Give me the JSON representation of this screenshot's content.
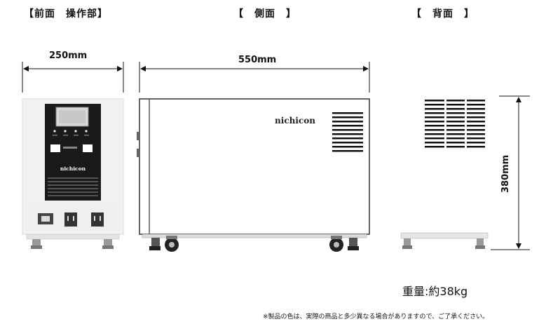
{
  "headings": {
    "front": "【前面　操作部】",
    "side": "【　側面　】",
    "back": "【　背面　】"
  },
  "dimensions": {
    "front_width": "250mm",
    "side_width": "550mm",
    "height": "380mm"
  },
  "brand": "nichicon",
  "weight_label": "重量:約38kg",
  "footnote": "※製品の色は、実際の商品と多少異なる場合がありますので、ご了承ください。"
}
